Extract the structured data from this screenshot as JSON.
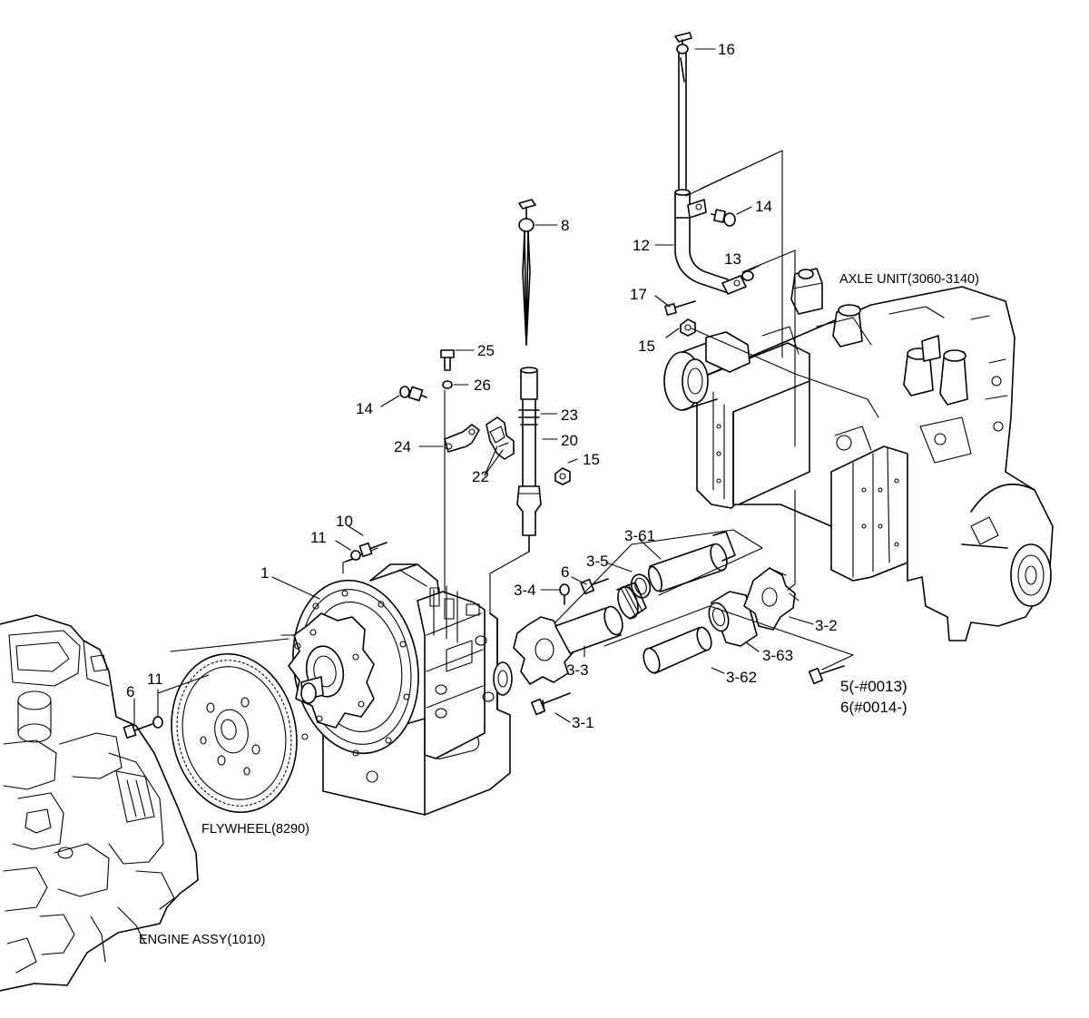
{
  "callouts": [
    {
      "id": "c16",
      "text": "16"
    },
    {
      "id": "c14a",
      "text": "14"
    },
    {
      "id": "c12",
      "text": "12"
    },
    {
      "id": "c13",
      "text": "13"
    },
    {
      "id": "c17",
      "text": "17"
    },
    {
      "id": "c15a",
      "text": "15"
    },
    {
      "id": "c8",
      "text": "8"
    },
    {
      "id": "c25",
      "text": "25"
    },
    {
      "id": "c26",
      "text": "26"
    },
    {
      "id": "c14b",
      "text": "14"
    },
    {
      "id": "c23",
      "text": "23"
    },
    {
      "id": "c20",
      "text": "20"
    },
    {
      "id": "c24",
      "text": "24"
    },
    {
      "id": "c22",
      "text": "22"
    },
    {
      "id": "c15b",
      "text": "15"
    },
    {
      "id": "c10",
      "text": "10"
    },
    {
      "id": "c11a",
      "text": "11"
    },
    {
      "id": "c1",
      "text": "1"
    },
    {
      "id": "c361",
      "text": "3-61"
    },
    {
      "id": "c35",
      "text": "3-5"
    },
    {
      "id": "c6a",
      "text": "6"
    },
    {
      "id": "c34",
      "text": "3-4"
    },
    {
      "id": "c32",
      "text": "3-2"
    },
    {
      "id": "c363",
      "text": "3-63"
    },
    {
      "id": "c33",
      "text": "3-3"
    },
    {
      "id": "c362",
      "text": "3-62"
    },
    {
      "id": "c5",
      "text": "5(-#0013)"
    },
    {
      "id": "c6c",
      "text": "6(#0014-)"
    },
    {
      "id": "c31",
      "text": "3-1"
    },
    {
      "id": "c6b",
      "text": "6"
    },
    {
      "id": "c11b",
      "text": "11"
    }
  ],
  "references": {
    "axle_unit": "AXLE UNIT(3060-3140)",
    "flywheel": "FLYWHEEL(8290)",
    "engine_assy": "ENGINE ASSY(1010)"
  }
}
